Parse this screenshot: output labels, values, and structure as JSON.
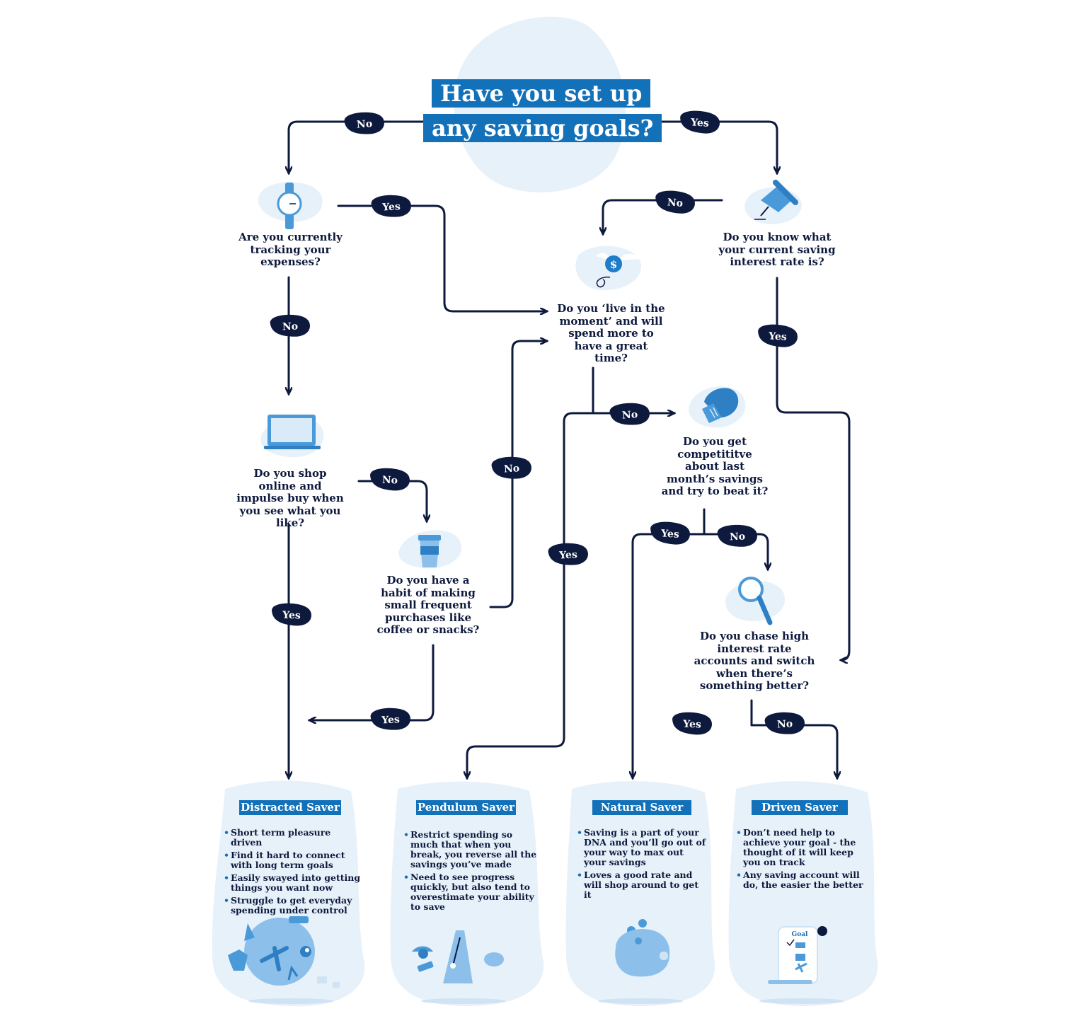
{
  "title": {
    "line1": "Have you set up",
    "line2": "any saving goals?"
  },
  "labels": {
    "yes": "Yes",
    "no": "No"
  },
  "questions": {
    "tracking": "Are you currently tracking your expenses?",
    "shop_online": "Do you shop online and impulse buy when you see what you like?",
    "habit": "Do you have a habit of making small frequent purchases like coffee or snacks?",
    "live_moment": "Do you ‘live in the moment’ and will spend more to have a great time?",
    "interest_rate": "Do you know what your current saving interest rate is?",
    "competitive": "Do you get competititve about last month’s savings and try to beat it?",
    "chase": "Do you chase high interest rate accounts and switch when there’s something better?"
  },
  "savers": [
    {
      "title": "Distracted Saver",
      "bullets": [
        "Short term pleasure driven",
        "Find it hard to connect with long term goals",
        "Easily swayed into getting things you want now",
        "Struggle to get everyday spending under control"
      ]
    },
    {
      "title": "Pendulum Saver",
      "bullets": [
        "Restrict spending so much that when you break, you reverse all the savings you’ve made",
        "Need to see progress quickly, but also tend to overestimate your ability to save"
      ]
    },
    {
      "title": "Natural Saver",
      "bullets": [
        "Saving is a part of your DNA and you’ll go out of your way to max out your savings",
        "Loves a good rate and will shop around to get it"
      ]
    },
    {
      "title": "Driven Saver",
      "bullets": [
        "Don’t need help to achieve your goal - the thought of it will keep you on track",
        "Any saving account will do, the easier the better"
      ]
    }
  ],
  "icons": {
    "tracking": "watch-icon",
    "interest_rate": "pushpin-icon",
    "live_moment": "flying-money-icon",
    "shop_online": "laptop-icon",
    "habit": "coffee-cup-icon",
    "competitive": "boxing-glove-icon",
    "chase": "magnifying-glass-icon",
    "goal_card": "Goal"
  },
  "colors": {
    "navy": "#0e1a3d",
    "brand_blue": "#1271b9",
    "light_blue": "#e7f1fa",
    "mid_blue": "#8cc0ea",
    "icon_blue": "#4a9ad9"
  }
}
